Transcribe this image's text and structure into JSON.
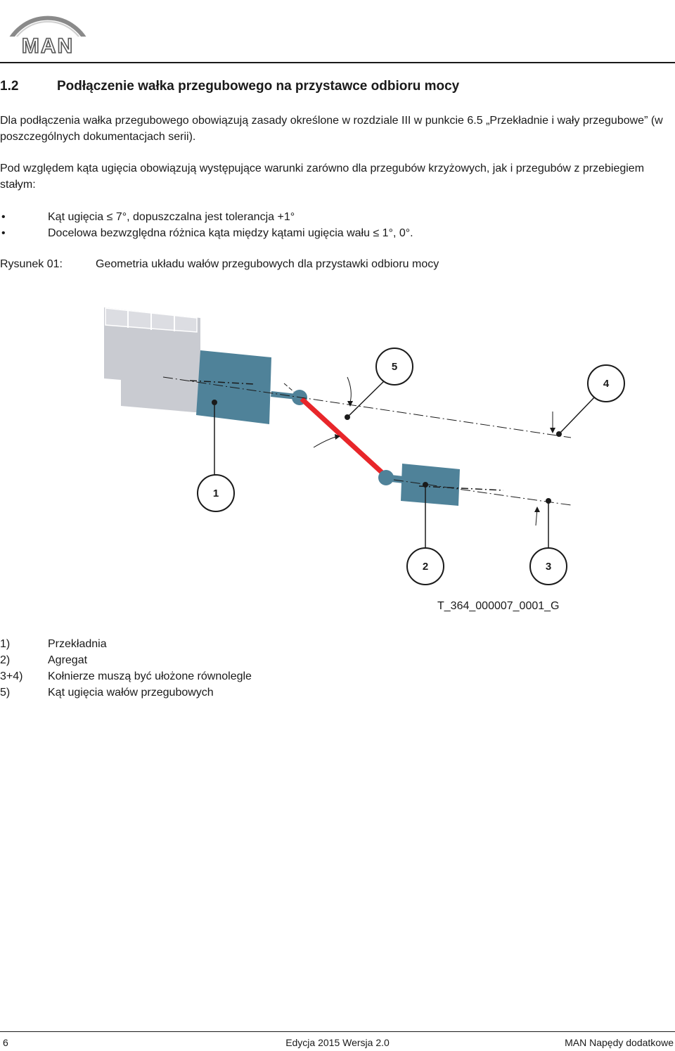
{
  "header": {
    "logo_text": "MAN"
  },
  "section": {
    "number": "1.2",
    "title": "Podłączenie wałka przegubowego na przystawce odbioru mocy"
  },
  "paragraphs": [
    "Dla podłączenia wałka przegubowego obowiązują zasady określone w rozdziale III w punkcie 6.5 „Przekładnie i wały przegubowe” (w poszczególnych dokumentacjach serii).",
    "Pod względem kąta ugięcia obowiązują występujące warunki zarówno dla przegubów krzyżowych, jak i przegubów z przebiegiem stałym:"
  ],
  "bullets": [
    "Kąt ugięcia ≤ 7°, dopuszczalna jest tolerancja +1°",
    "Docelowa bezwzględna różnica kąta między kątami ugięcia wału ≤ 1°, 0°."
  ],
  "bullet_symbol": "•",
  "figure": {
    "caption_label": "Rysunek 01:",
    "caption_text": "Geometria układu wałów przegubowych dla przystawki odbioru mocy",
    "callouts": [
      "5",
      "4",
      "1",
      "2",
      "3"
    ],
    "figure_id": "T_364_000007_0001_G",
    "colors": {
      "gearbox_housing": "#c9cbd1",
      "component_blue": "#4f8299",
      "shaft_red": "#e8262a",
      "line_dark": "#1a1a1a"
    }
  },
  "legend": [
    {
      "key": "1)",
      "text": "Przekładnia"
    },
    {
      "key": "2)",
      "text": "Agregat"
    },
    {
      "key": "3+4)",
      "text": "Kołnierze muszą być ułożone równolegle"
    },
    {
      "key": "5)",
      "text": "Kąt ugięcia wałów przegubowych"
    }
  ],
  "footer": {
    "page": "6",
    "edition": "Edycja 2015 Wersja 2.0",
    "product": "MAN Napędy dodatkowe"
  }
}
